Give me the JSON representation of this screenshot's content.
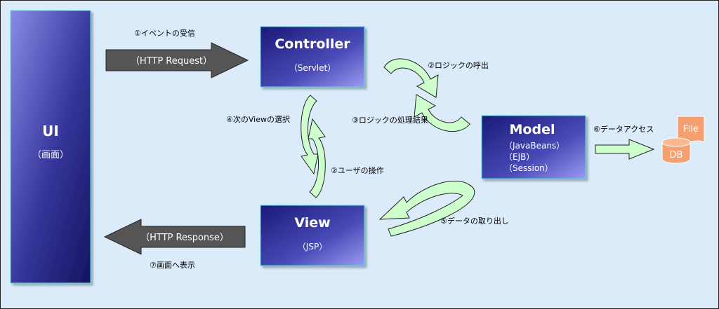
{
  "colors": {
    "background": "#dcebfa",
    "box_dark": "#1d1d7a",
    "box_light": "#8080e0",
    "box_border": "#4fe0e0",
    "gray_arrow": "#555555",
    "green_arrow": "#ccffcc",
    "db_fill": "#f5a070"
  },
  "ui_box": {
    "title": "UI",
    "subtitle": "（画面）"
  },
  "controller": {
    "title": "Controller",
    "subtitle": "（Servlet）"
  },
  "model": {
    "title": "Model",
    "lines": [
      "（JavaBeans）",
      "（EJB）",
      "（Session）"
    ]
  },
  "view": {
    "title": "View",
    "subtitle": "（JSP）"
  },
  "request_arrow": {
    "label": "（HTTP Request）",
    "caption": "①イベントの受信"
  },
  "response_arrow": {
    "label": "（HTTP Response）",
    "caption": "⑦画面へ表示"
  },
  "steps": {
    "call_logic": "②ロジックの呼出",
    "logic_result": "③ロジックの処理結果",
    "next_view": "④次のViewの選択",
    "user_operation": "②ユーザの操作",
    "data_fetch": "⑤データの取り出し",
    "data_access": "⑥データアクセス"
  },
  "storage": {
    "file_label": "File",
    "db_label": "DB"
  }
}
